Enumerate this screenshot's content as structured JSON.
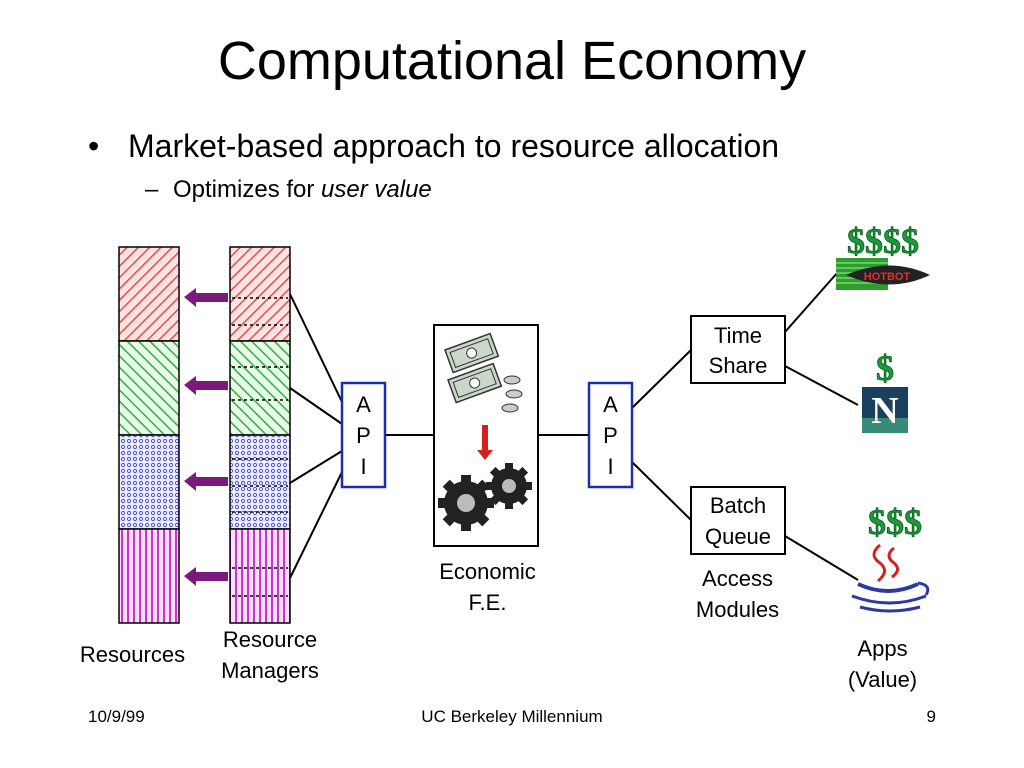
{
  "slide": {
    "title": "Computational Economy",
    "bullet": "Market-based approach to resource allocation",
    "sub_bullet_prefix": "Optimizes for ",
    "sub_bullet_emphasis": "user value"
  },
  "diagram": {
    "api_left": [
      "A",
      "P",
      "I"
    ],
    "api_right": [
      "A",
      "P",
      "I"
    ],
    "time_share": [
      "Time",
      "Share"
    ],
    "batch_queue": [
      "Batch",
      "Queue"
    ],
    "labels": {
      "resources": "Resources",
      "resource_managers_1": "Resource",
      "resource_managers_2": "Managers",
      "economic_1": "Economic",
      "economic_2": "F.E.",
      "access_1": "Access",
      "access_2": "Modules",
      "apps_1": "Apps",
      "apps_2": "(Value)"
    },
    "apps": [
      {
        "dollars": "$$$$",
        "icon": "hotbot-icon",
        "logo_text": "HOTBOT"
      },
      {
        "dollars": "$",
        "icon": "netscape-icon",
        "logo_text": "N"
      },
      {
        "dollars": "$$$",
        "icon": "java-icon"
      }
    ],
    "colors": {
      "api_border": "#1a2fb0",
      "arrow": "#7a1a7a",
      "red_arrow": "#d42020",
      "dollar": "#1a9a3a"
    }
  },
  "footer": {
    "date": "10/9/99",
    "center": "UC Berkeley Millennium",
    "page": "9"
  }
}
